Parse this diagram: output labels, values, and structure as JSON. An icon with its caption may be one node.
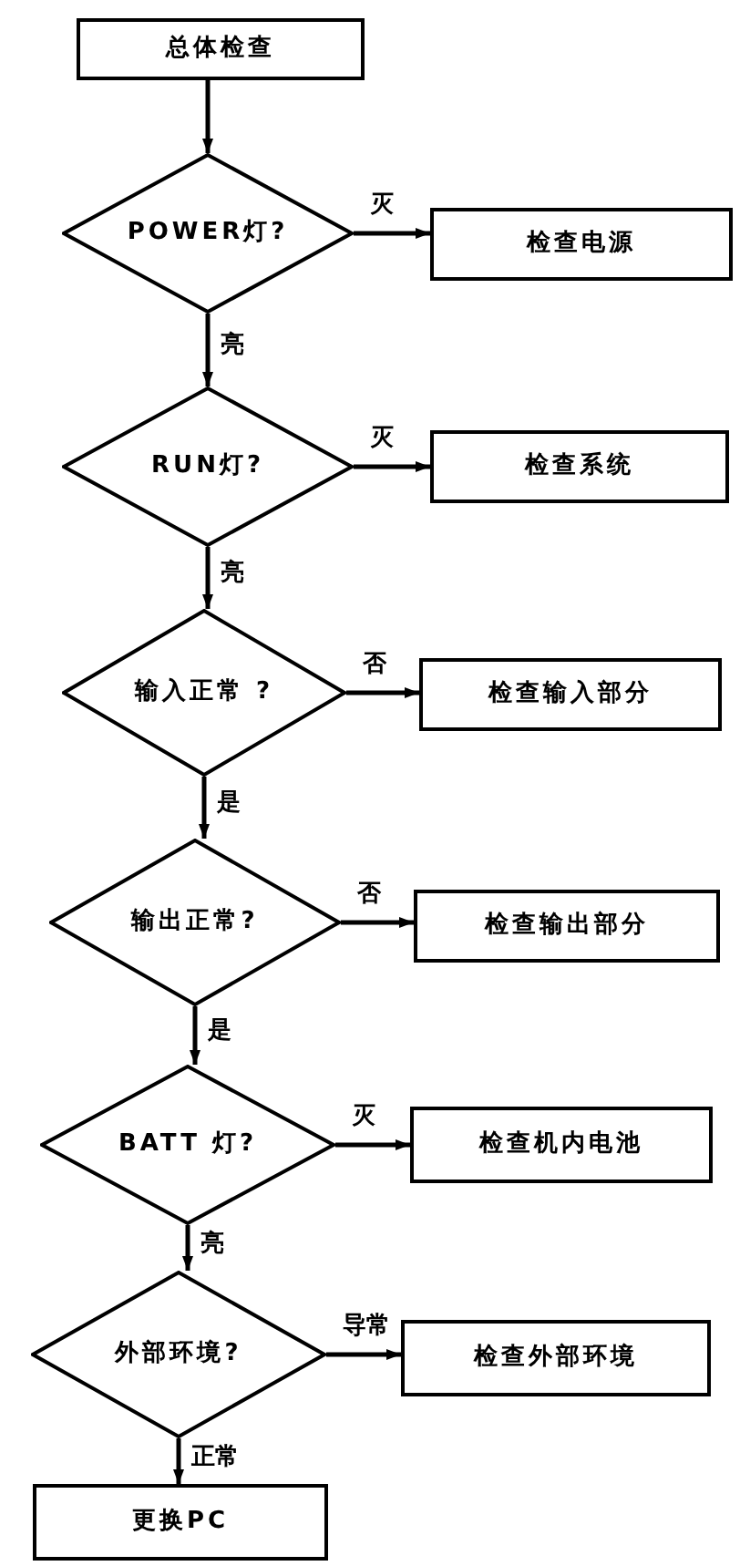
{
  "diagram": {
    "nodes": [
      {
        "text": [
          "总体检查"
        ]
      },
      {
        "text": [
          "POWER灯?"
        ]
      },
      {
        "text": [
          "检查电源"
        ]
      },
      {
        "text": [
          "RUN灯?"
        ]
      },
      {
        "text": [
          "检查系统"
        ]
      },
      {
        "text": [
          "输入正常 ?"
        ]
      },
      {
        "text": [
          "检查输入部分"
        ]
      },
      {
        "text": [
          "输出正常?"
        ]
      },
      {
        "text": [
          "检查输出部分"
        ]
      },
      {
        "text": [
          "BATT 灯?"
        ]
      },
      {
        "text": [
          "检查机内电池"
        ]
      },
      {
        "text": [
          "外部环境?"
        ]
      },
      {
        "text": [
          "检查外部环境"
        ]
      },
      {
        "text": [
          "更换PC"
        ]
      }
    ],
    "edges": [
      {
        "from": 0,
        "to": 1,
        "arrow": "to"
      },
      {
        "from": 1,
        "to": 2,
        "arrow": "to",
        "label": "灭"
      },
      {
        "from": 1,
        "to": 3,
        "arrow": "to",
        "label": "亮"
      },
      {
        "from": 3,
        "to": 4,
        "arrow": "to",
        "label": "灭"
      },
      {
        "from": 3,
        "to": 5,
        "arrow": "to",
        "label": "亮"
      },
      {
        "from": 5,
        "to": 6,
        "arrow": "to",
        "label": "否"
      },
      {
        "from": 5,
        "to": 7,
        "arrow": "to",
        "label": "是"
      },
      {
        "from": 7,
        "to": 8,
        "arrow": "to",
        "label": "否"
      },
      {
        "from": 7,
        "to": 9,
        "arrow": "to",
        "label": "是"
      },
      {
        "from": 9,
        "to": 10,
        "arrow": "to",
        "label": "灭"
      },
      {
        "from": 9,
        "to": 11,
        "arrow": "to",
        "label": "亮"
      },
      {
        "from": 11,
        "to": 12,
        "arrow": "to",
        "label": "导常"
      },
      {
        "from": 11,
        "to": 13,
        "arrow": "to",
        "label": "正常"
      }
    ]
  }
}
